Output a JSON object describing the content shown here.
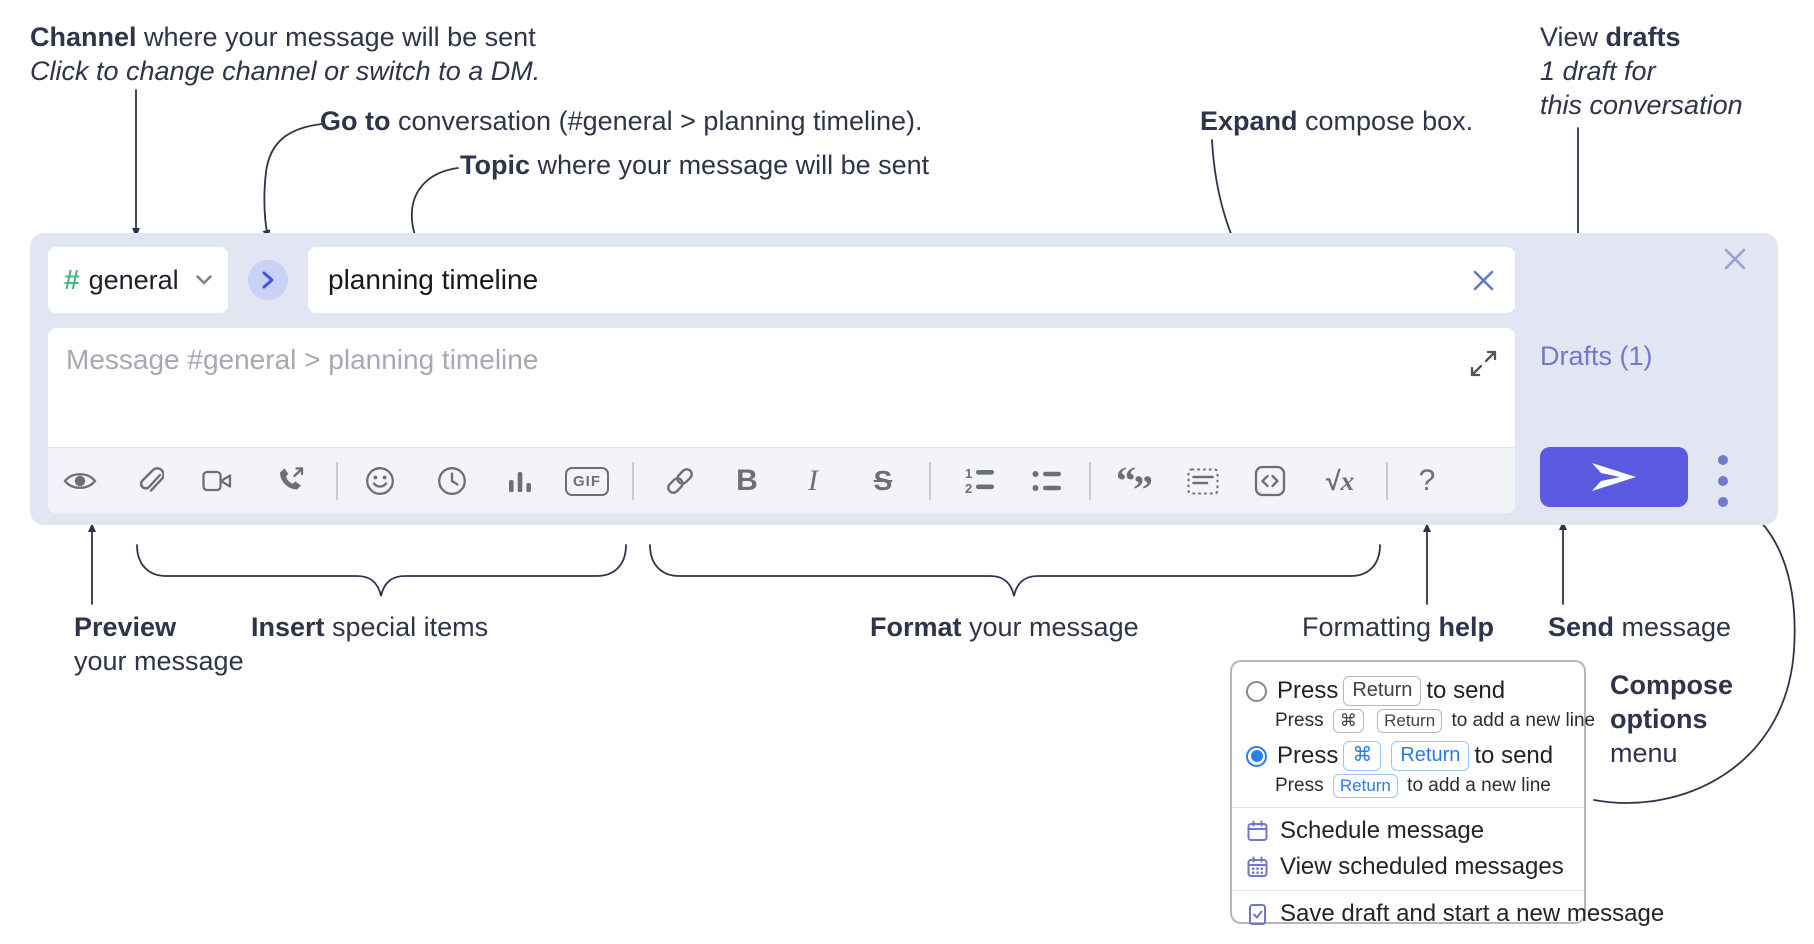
{
  "annotations": {
    "channel": {
      "bold": "Channel",
      "rest": " where your message will be sent",
      "italic": "Click to change channel or switch to a DM."
    },
    "go_to": {
      "bold": "Go to",
      "rest": " conversation (#general > planning timeline)."
    },
    "topic": {
      "bold": "Topic",
      "rest": " where your message will be sent"
    },
    "expand": {
      "bold": "Expand",
      "rest": " compose box."
    },
    "view_drafts": {
      "pre": "View ",
      "bold": "drafts",
      "line2": "1 draft for",
      "line3": "this conversation"
    },
    "preview": {
      "bold": "Preview",
      "line2": "your message"
    },
    "insert": {
      "bold": "Insert",
      "rest": " special items"
    },
    "format": {
      "bold": "Format",
      "rest": " your message"
    },
    "formatting_help": {
      "pre": "Formatting ",
      "bold": "help"
    },
    "send": {
      "bold": "Send",
      "rest": " message"
    },
    "compose_options": {
      "bold1": "Compose",
      "bold2": "options",
      "rest": "menu"
    }
  },
  "compose": {
    "channel_hash": "#",
    "channel_name": "general",
    "topic_value": "planning timeline",
    "message_placeholder": "Message #general > planning timeline",
    "drafts_link": "Drafts (1)",
    "gif_label": "GIF",
    "glyphs": {
      "bold": "B",
      "italic": "I",
      "strike": "S",
      "sqrt_sign": "√",
      "sqrt_var": "x",
      "help": "?",
      "quote_open": "“",
      "quote_close": "”"
    }
  },
  "toolbar_icons": [
    "preview-eye",
    "attach-paperclip",
    "video-call",
    "voice-call",
    "emoji-smiley",
    "time-clock",
    "poll-chart",
    "gif",
    "link",
    "bold",
    "italic",
    "strikethrough",
    "numbered-list",
    "bulleted-list",
    "quote",
    "spoiler",
    "code",
    "math-sqrt",
    "help"
  ],
  "popup": {
    "option1": {
      "selected": false,
      "press": "Press",
      "key": "Return",
      "suffix": "to send",
      "sub_press": "Press",
      "sub_keys": [
        "⌘",
        "Return"
      ],
      "sub_suffix": "to add a new line"
    },
    "option2": {
      "selected": true,
      "press": "Press",
      "keys": [
        "⌘",
        "Return"
      ],
      "suffix": "to send",
      "sub_press": "Press",
      "sub_key": "Return",
      "sub_suffix": "to add a new line"
    },
    "items": [
      {
        "icon": "calendar-icon",
        "label": "Schedule message"
      },
      {
        "icon": "calendar-grid-icon",
        "label": "View scheduled messages"
      },
      {
        "icon": "save-draft-icon",
        "label": "Save draft and start a new message"
      }
    ]
  },
  "colors": {
    "annotation": "#30344a",
    "compose_bg": "#e2e5f2",
    "hash_green": "#4fb487",
    "send_button": "#5a5be0",
    "drafts_link": "#7279c8",
    "radio_blue": "#2d7fe8",
    "menu_icon_purple": "#7176cc",
    "toolbar_icon": "#6c7076"
  }
}
